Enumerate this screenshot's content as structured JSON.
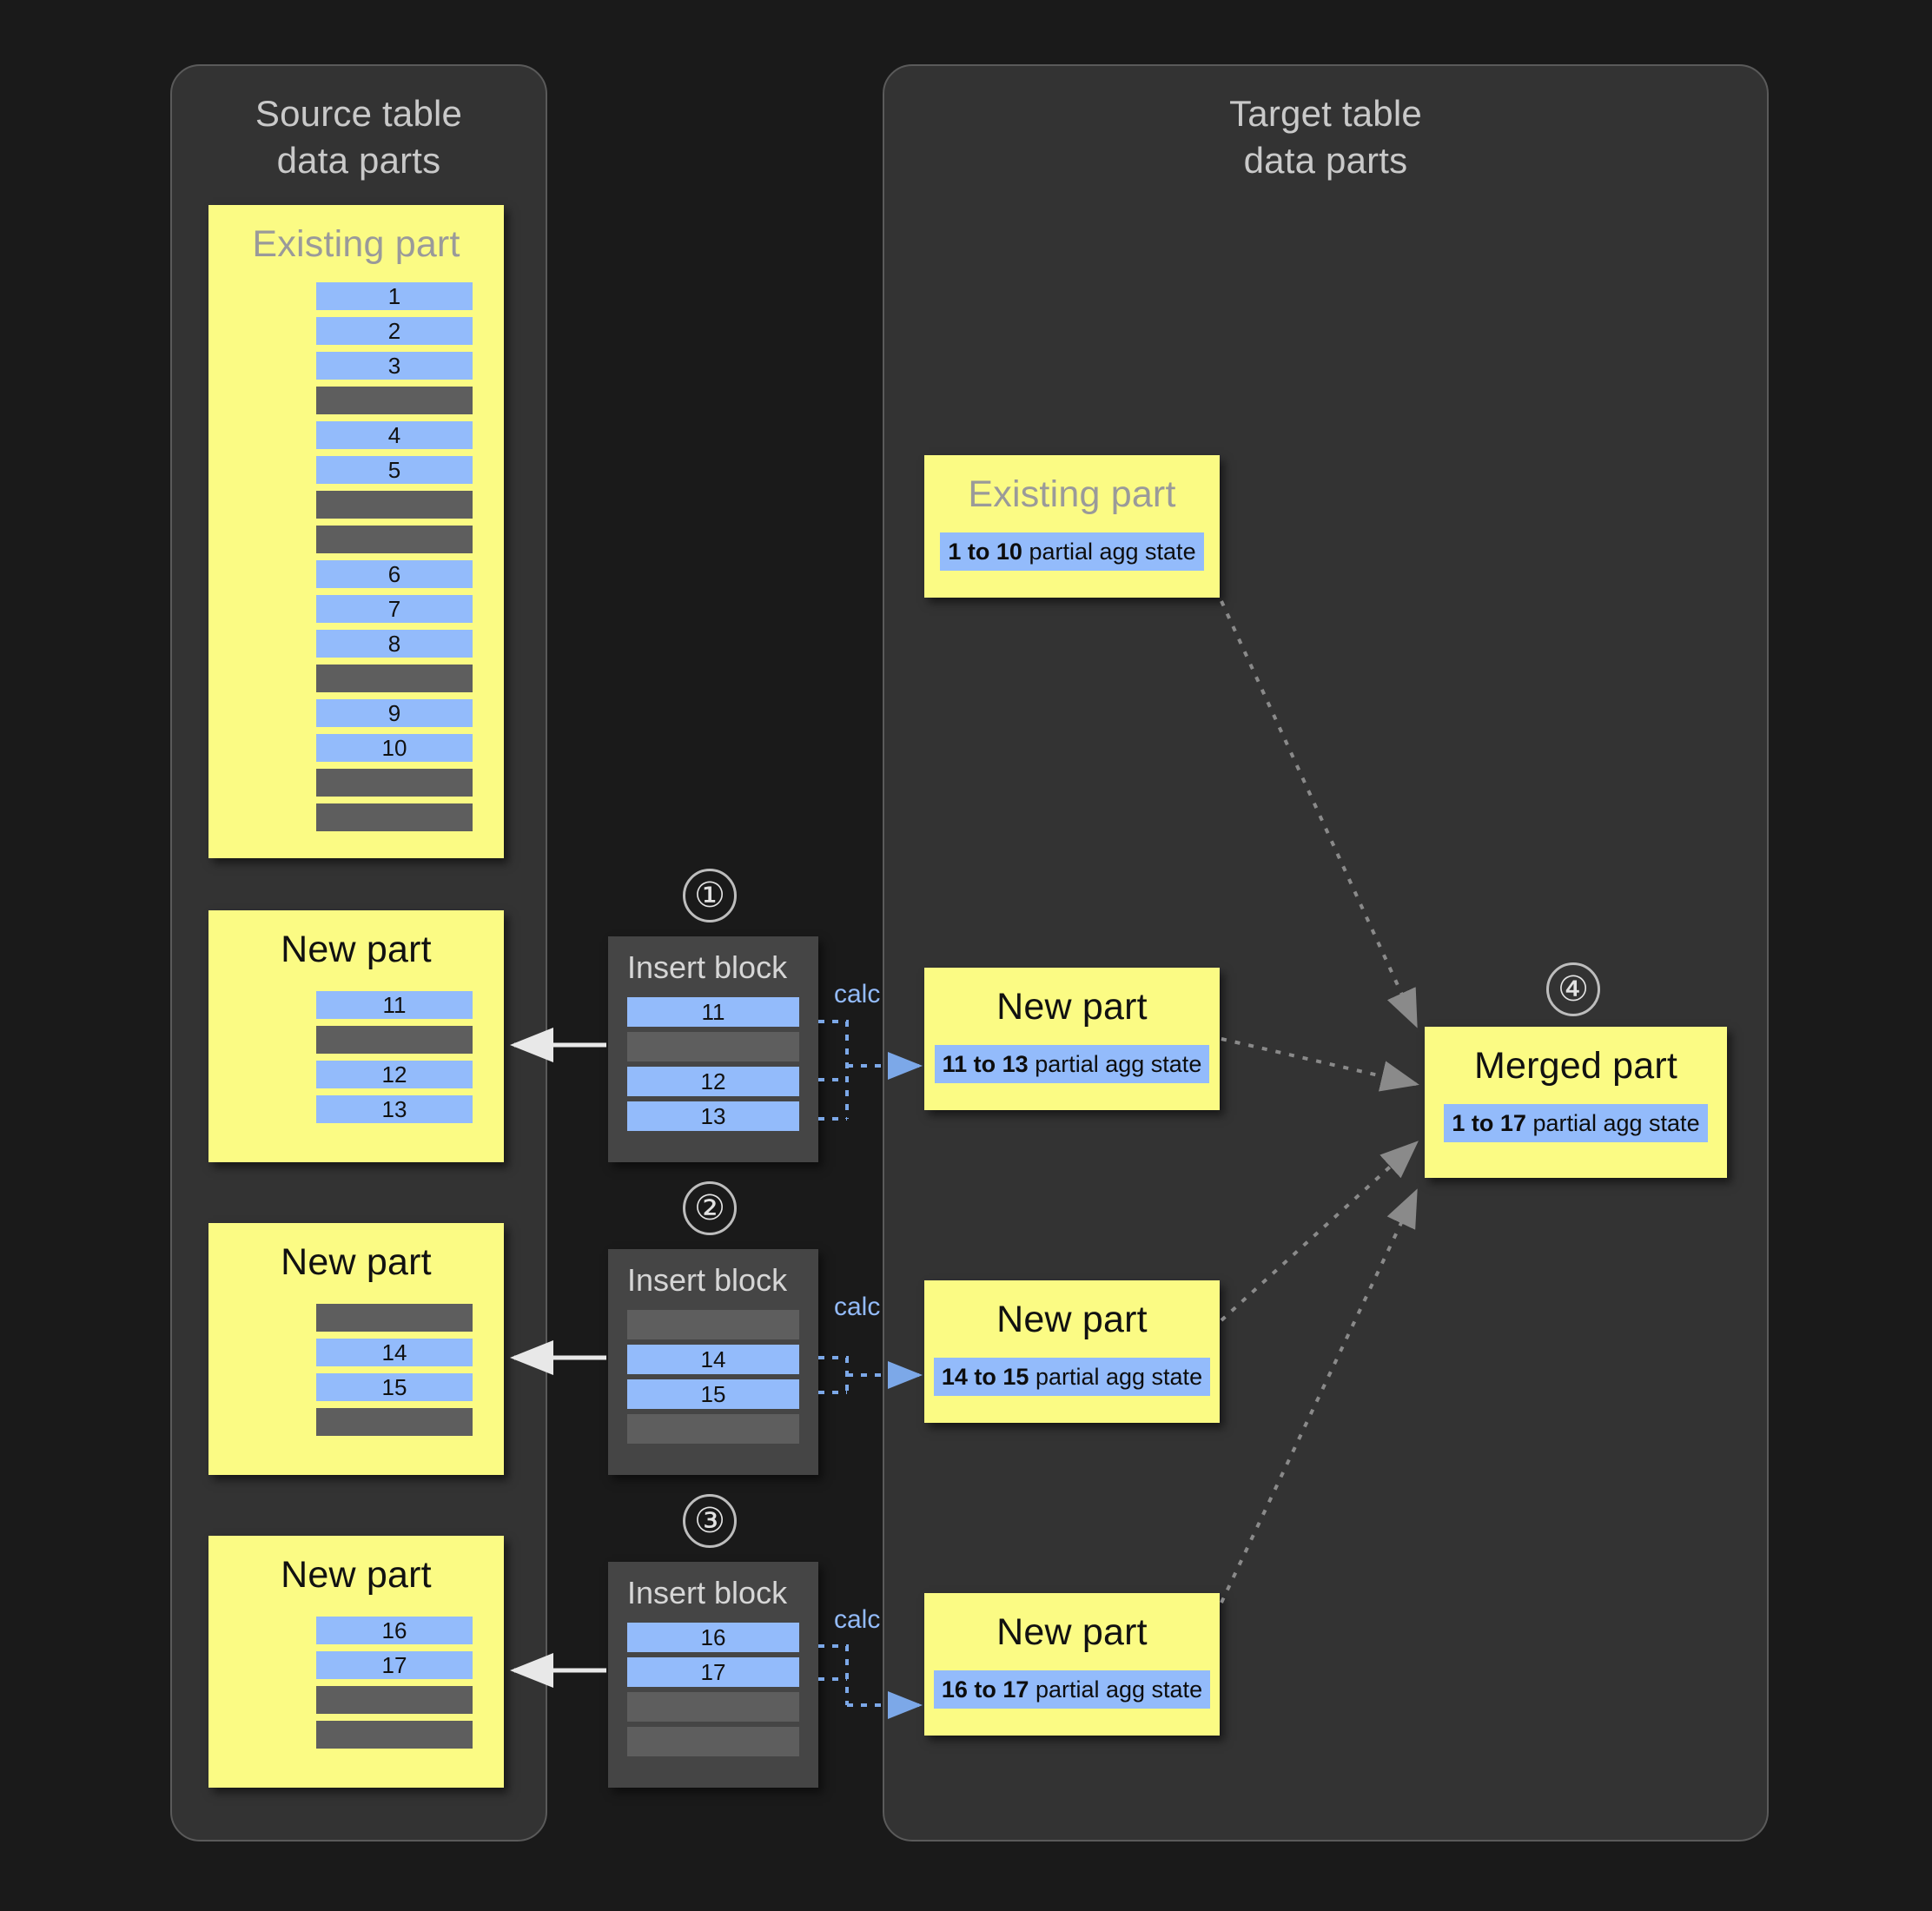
{
  "source_panel": {
    "title": "Source table\ndata parts"
  },
  "target_panel": {
    "title": "Target table\ndata parts"
  },
  "colors": {
    "background": "#1a1a1a",
    "panel": "#333333",
    "panel_border": "#5a5a5a",
    "part_yellow": "#fbfb84",
    "row_blue": "#93bbfb",
    "row_gray": "#5e5e5e",
    "insert_block": "#454545",
    "title_gray": "#9a9a9a",
    "accent_calc": "#93bbfb",
    "arrow_gray": "#8a8a8a"
  },
  "source_parts": [
    {
      "title": "Existing part",
      "title_muted": true,
      "rows": [
        "1",
        "2",
        "3",
        "",
        "4",
        "5",
        "",
        "",
        "6",
        "7",
        "8",
        "",
        "9",
        "10",
        "",
        ""
      ]
    },
    {
      "title": "New part",
      "title_muted": false,
      "rows": [
        "11",
        "",
        "12",
        "13"
      ]
    },
    {
      "title": "New part",
      "title_muted": false,
      "rows": [
        "",
        "14",
        "15",
        ""
      ]
    },
    {
      "title": "New part",
      "title_muted": false,
      "rows": [
        "16",
        "17",
        "",
        ""
      ]
    }
  ],
  "insert_blocks": [
    {
      "badge": "①",
      "title": "Insert block",
      "rows": [
        "11",
        "",
        "12",
        "13"
      ],
      "calc_label": "calc"
    },
    {
      "badge": "②",
      "title": "Insert block",
      "rows": [
        "",
        "14",
        "15",
        ""
      ],
      "calc_label": "calc"
    },
    {
      "badge": "③",
      "title": "Insert block",
      "rows": [
        "16",
        "17",
        "",
        ""
      ],
      "calc_label": "calc"
    }
  ],
  "target_parts": [
    {
      "title": "Existing part",
      "title_muted": true,
      "chip_range": "1 to 10",
      "chip_text": " partial agg state"
    },
    {
      "title": "New part",
      "title_muted": false,
      "chip_range": "11 to 13",
      "chip_text": " partial agg state"
    },
    {
      "title": "New part",
      "title_muted": false,
      "chip_range": "14 to 15",
      "chip_text": " partial agg state"
    },
    {
      "title": "New part",
      "title_muted": false,
      "chip_range": "16 to 17",
      "chip_text": " partial agg state"
    }
  ],
  "merged_part": {
    "badge": "④",
    "title": "Merged part",
    "chip_range": "1 to 17",
    "chip_text": " partial agg state"
  }
}
